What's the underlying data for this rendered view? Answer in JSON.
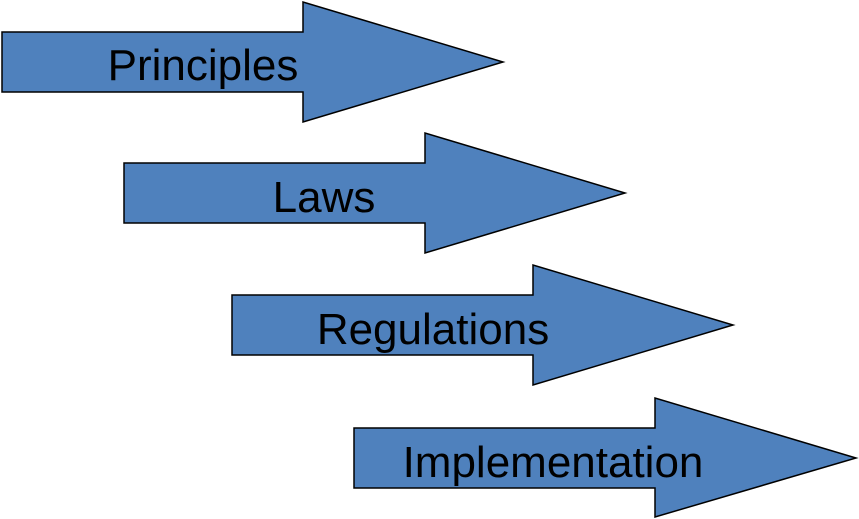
{
  "diagram": {
    "arrows": [
      {
        "label": "Principles"
      },
      {
        "label": "Laws"
      },
      {
        "label": "Regulations"
      },
      {
        "label": "Implementation"
      }
    ],
    "colors": {
      "fill": "#4f81bd",
      "stroke": "#000000",
      "text": "#000000"
    }
  }
}
